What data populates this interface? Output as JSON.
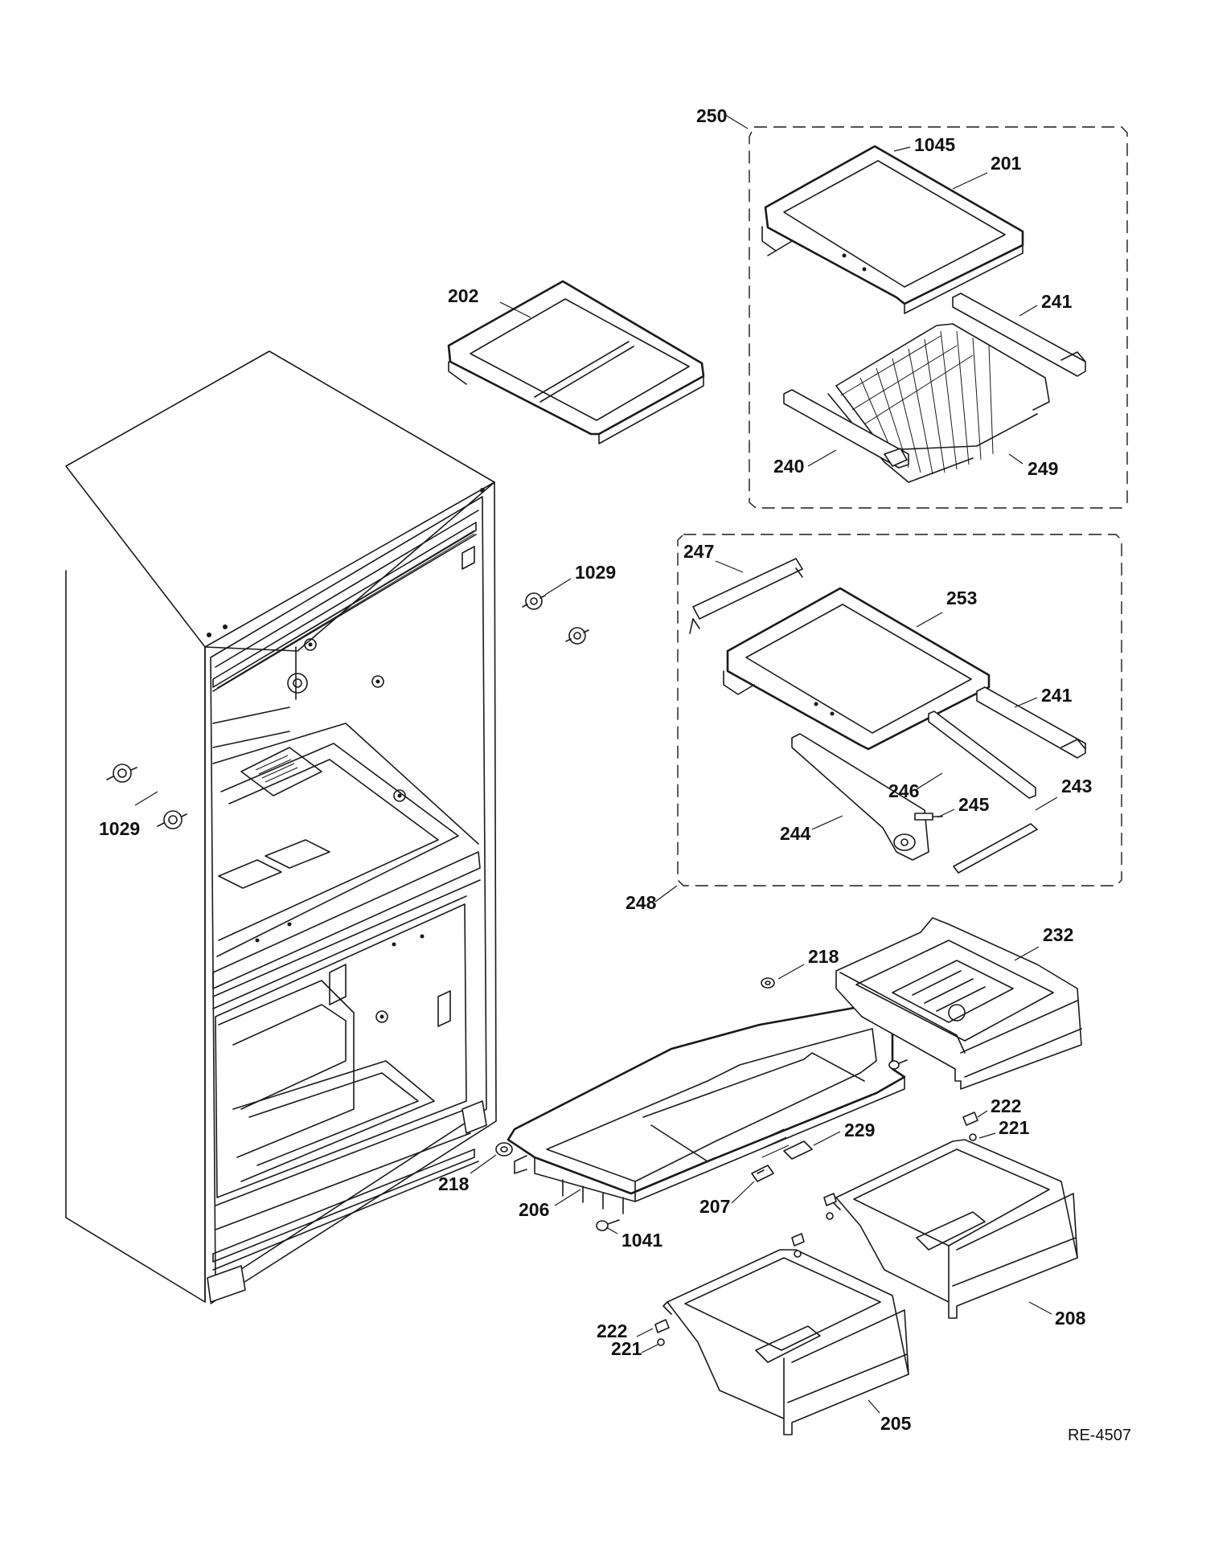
{
  "diagram": {
    "reference_code": "RE-4507",
    "part_labels": [
      {
        "id": "lbl-250",
        "text": "250"
      },
      {
        "id": "lbl-1045",
        "text": "1045"
      },
      {
        "id": "lbl-201",
        "text": "201"
      },
      {
        "id": "lbl-202",
        "text": "202"
      },
      {
        "id": "lbl-241a",
        "text": "241"
      },
      {
        "id": "lbl-240",
        "text": "240"
      },
      {
        "id": "lbl-249",
        "text": "249"
      },
      {
        "id": "lbl-247",
        "text": "247"
      },
      {
        "id": "lbl-253",
        "text": "253"
      },
      {
        "id": "lbl-1029a",
        "text": "1029"
      },
      {
        "id": "lbl-241b",
        "text": "241"
      },
      {
        "id": "lbl-246",
        "text": "246"
      },
      {
        "id": "lbl-245",
        "text": "245"
      },
      {
        "id": "lbl-243",
        "text": "243"
      },
      {
        "id": "lbl-244",
        "text": "244"
      },
      {
        "id": "lbl-1029b",
        "text": "1029"
      },
      {
        "id": "lbl-248",
        "text": "248"
      },
      {
        "id": "lbl-218a",
        "text": "218"
      },
      {
        "id": "lbl-232",
        "text": "232"
      },
      {
        "id": "lbl-222a",
        "text": "222"
      },
      {
        "id": "lbl-221a",
        "text": "221"
      },
      {
        "id": "lbl-229",
        "text": "229"
      },
      {
        "id": "lbl-218b",
        "text": "218"
      },
      {
        "id": "lbl-206",
        "text": "206"
      },
      {
        "id": "lbl-207",
        "text": "207"
      },
      {
        "id": "lbl-1041",
        "text": "1041"
      },
      {
        "id": "lbl-208",
        "text": "208"
      },
      {
        "id": "lbl-222b",
        "text": "222"
      },
      {
        "id": "lbl-221b",
        "text": "221"
      },
      {
        "id": "lbl-205",
        "text": "205"
      }
    ]
  }
}
